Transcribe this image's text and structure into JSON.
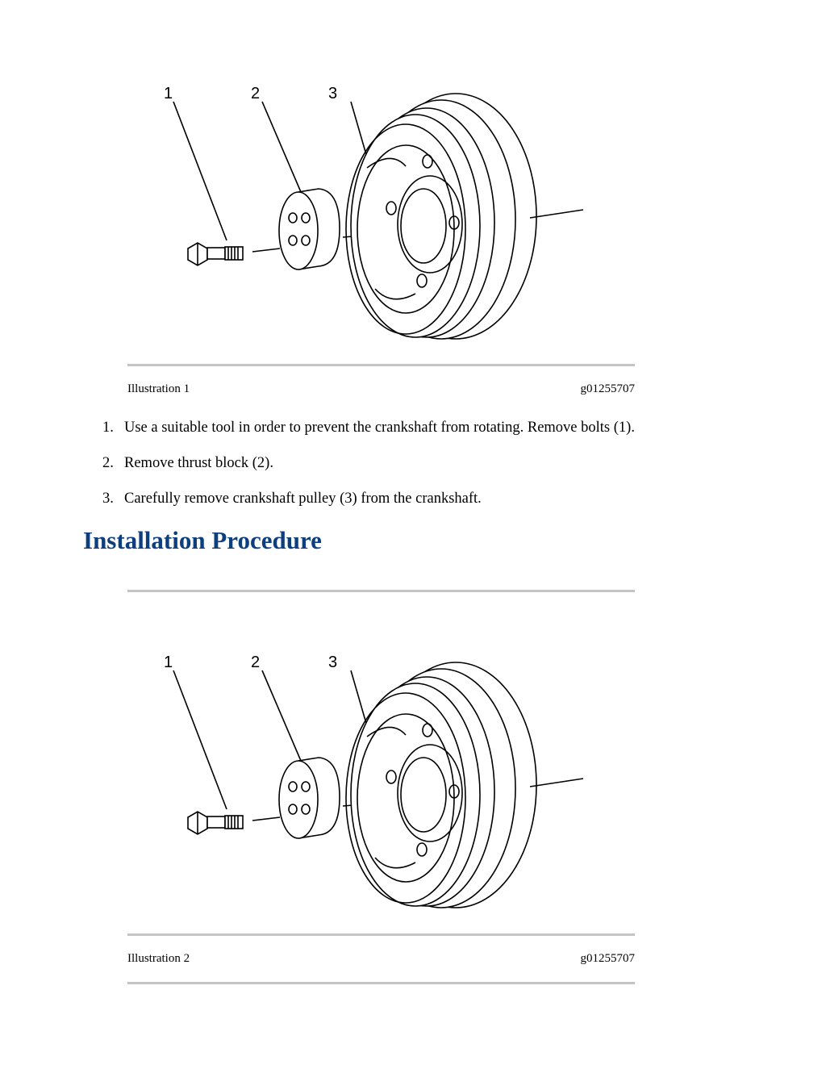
{
  "figures": [
    {
      "callouts": [
        "1",
        "2",
        "3"
      ],
      "caption_left": "Illustration 1",
      "caption_right": "g01255707"
    },
    {
      "callouts": [
        "1",
        "2",
        "3"
      ],
      "caption_left": "Illustration 2",
      "caption_right": "g01255707"
    }
  ],
  "removal_steps": [
    {
      "number": "1.",
      "text": "Use a suitable tool in order to prevent the crankshaft from rotating. Remove bolts (1)."
    },
    {
      "number": "2.",
      "text": "Remove thrust block (2)."
    },
    {
      "number": "3.",
      "text": "Carefully remove crankshaft pulley (3) from the crankshaft."
    }
  ],
  "section_heading": "Installation Procedure",
  "colors": {
    "heading": "#0d3f7f",
    "rule": "#c4c4c4"
  }
}
